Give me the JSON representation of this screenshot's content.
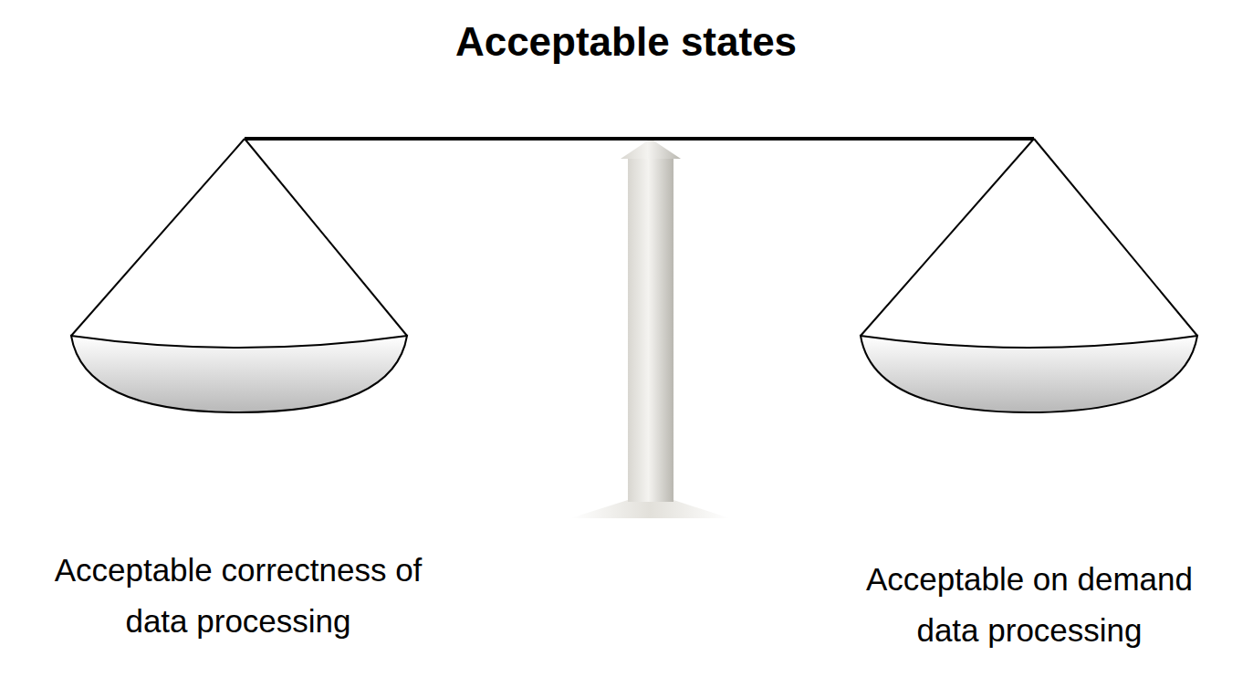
{
  "diagram": {
    "title": "Acceptable states",
    "labels": [
      "Acceptable correctness of data processing",
      "Acceptable on demand data processing"
    ]
  }
}
